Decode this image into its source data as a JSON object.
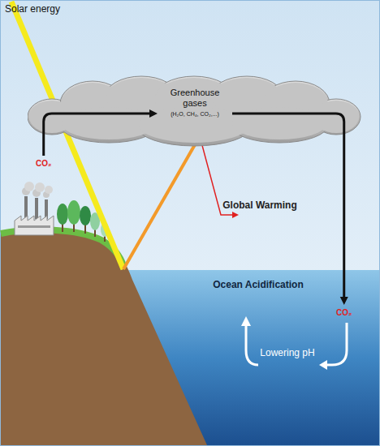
{
  "diagram": {
    "nodes": [
      {
        "text": [
          "Greenhouse gases",
          "(H₂O, CH₄, CO₂,...)"
        ]
      }
    ],
    "labels": [
      "Solar energy",
      "CO₂",
      "Global Warming",
      "Ocean Acidification",
      "CO₂",
      "Lowering pH"
    ]
  }
}
